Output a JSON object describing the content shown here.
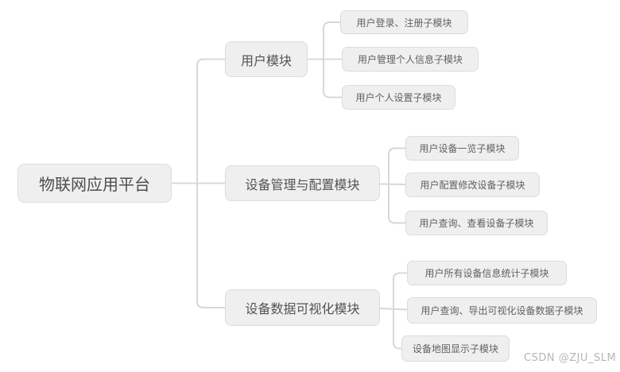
{
  "diagram": {
    "root": {
      "label": "物联网应用平台"
    },
    "branches": [
      {
        "label": "用户模块",
        "children": [
          {
            "label": "用户登录、注册子模块"
          },
          {
            "label": "用户管理个人信息子模块"
          },
          {
            "label": "用户个人设置子模块"
          }
        ]
      },
      {
        "label": "设备管理与配置模块",
        "children": [
          {
            "label": "用户设备一览子模块"
          },
          {
            "label": "用户配置修改设备子模块"
          },
          {
            "label": "用户查询、查看设备子模块"
          }
        ]
      },
      {
        "label": "设备数据可视化模块",
        "children": [
          {
            "label": "用户所有设备信息统计子模块"
          },
          {
            "label": "用户查询、导出可视化设备数据子模块"
          },
          {
            "label": "设备地图显示子模块"
          }
        ]
      }
    ]
  },
  "watermark": "CSDN @ZJU_SLM",
  "colors": {
    "node_fill": "#efefef",
    "node_border": "#dcdcdc",
    "connector": "#d8d8d8",
    "root_text": "#4d4d4d",
    "branch_text": "#535353",
    "leaf_text": "#616161",
    "watermark_text": "#b5b5b5",
    "background": "#ffffff"
  }
}
